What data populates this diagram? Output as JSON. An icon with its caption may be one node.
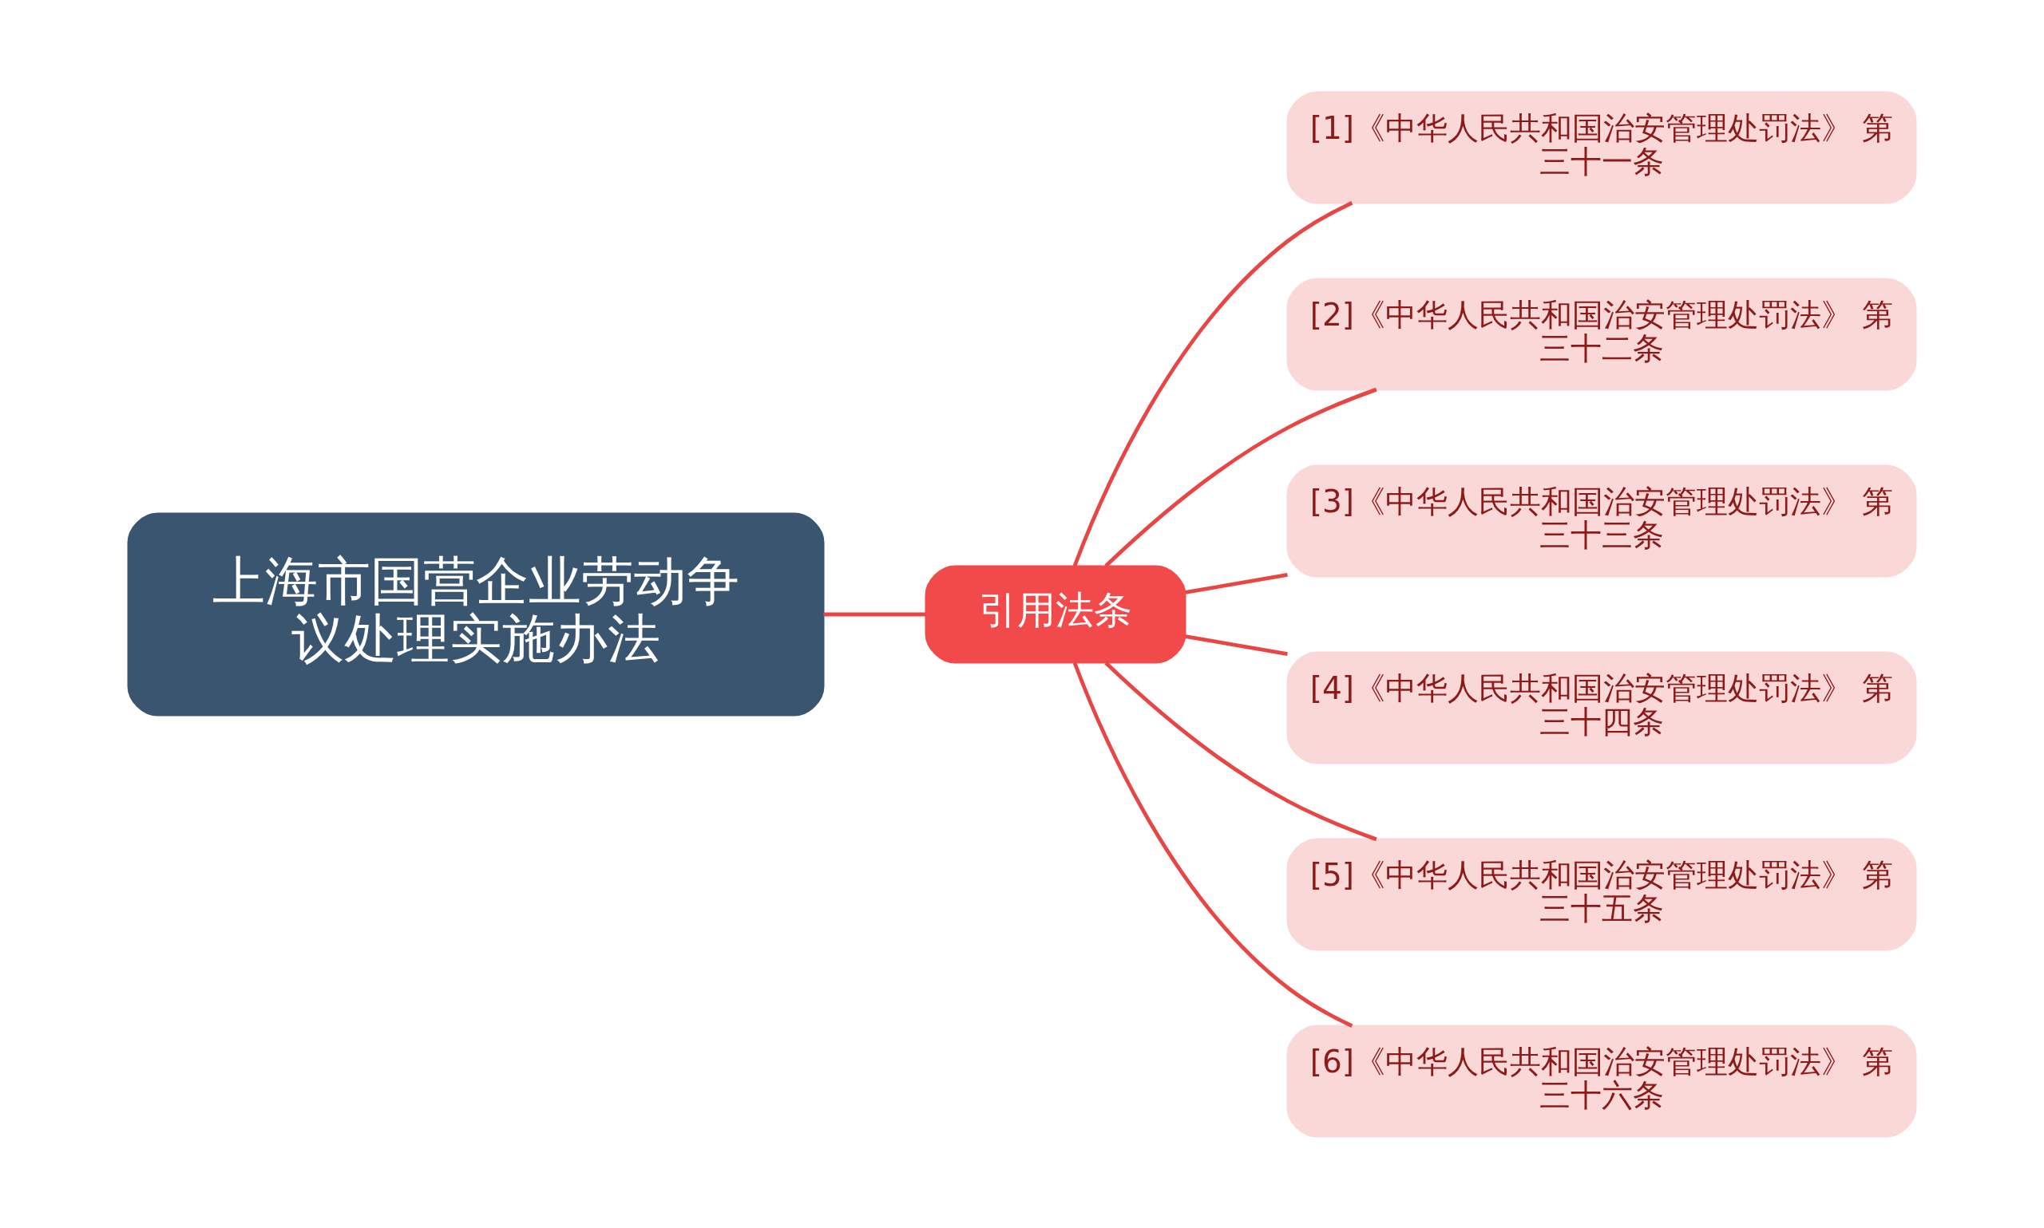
{
  "diagram": {
    "nodes": [
      {
        "text": [
          "上海市国营企业劳动争议处理实施办法"
        ]
      },
      {
        "text": [
          "引用法条"
        ]
      },
      {
        "text": [
          "[1]《中华人民共和国治安管理处罚法》 第三十一条"
        ]
      },
      {
        "text": [
          "[2]《中华人民共和国治安管理处罚法》 第三十二条"
        ]
      },
      {
        "text": [
          "[3]《中华人民共和国治安管理处罚法》 第三十三条"
        ]
      },
      {
        "text": [
          "[4]《中华人民共和国治安管理处罚法》 第三十四条"
        ]
      },
      {
        "text": [
          "[5]《中华人民共和国治安管理处罚法》 第三十五条"
        ]
      },
      {
        "text": [
          "[6]《中华人民共和国治安管理处罚法》 第三十六条"
        ]
      }
    ],
    "edges": [
      {
        "from": 0,
        "to": 1,
        "arrow": "none"
      },
      {
        "from": 1,
        "to": 2,
        "arrow": "none"
      },
      {
        "from": 1,
        "to": 3,
        "arrow": "none"
      },
      {
        "from": 1,
        "to": 4,
        "arrow": "none"
      },
      {
        "from": 1,
        "to": 5,
        "arrow": "none"
      },
      {
        "from": 1,
        "to": 6,
        "arrow": "none"
      },
      {
        "from": 1,
        "to": 7,
        "arrow": "none"
      }
    ]
  }
}
